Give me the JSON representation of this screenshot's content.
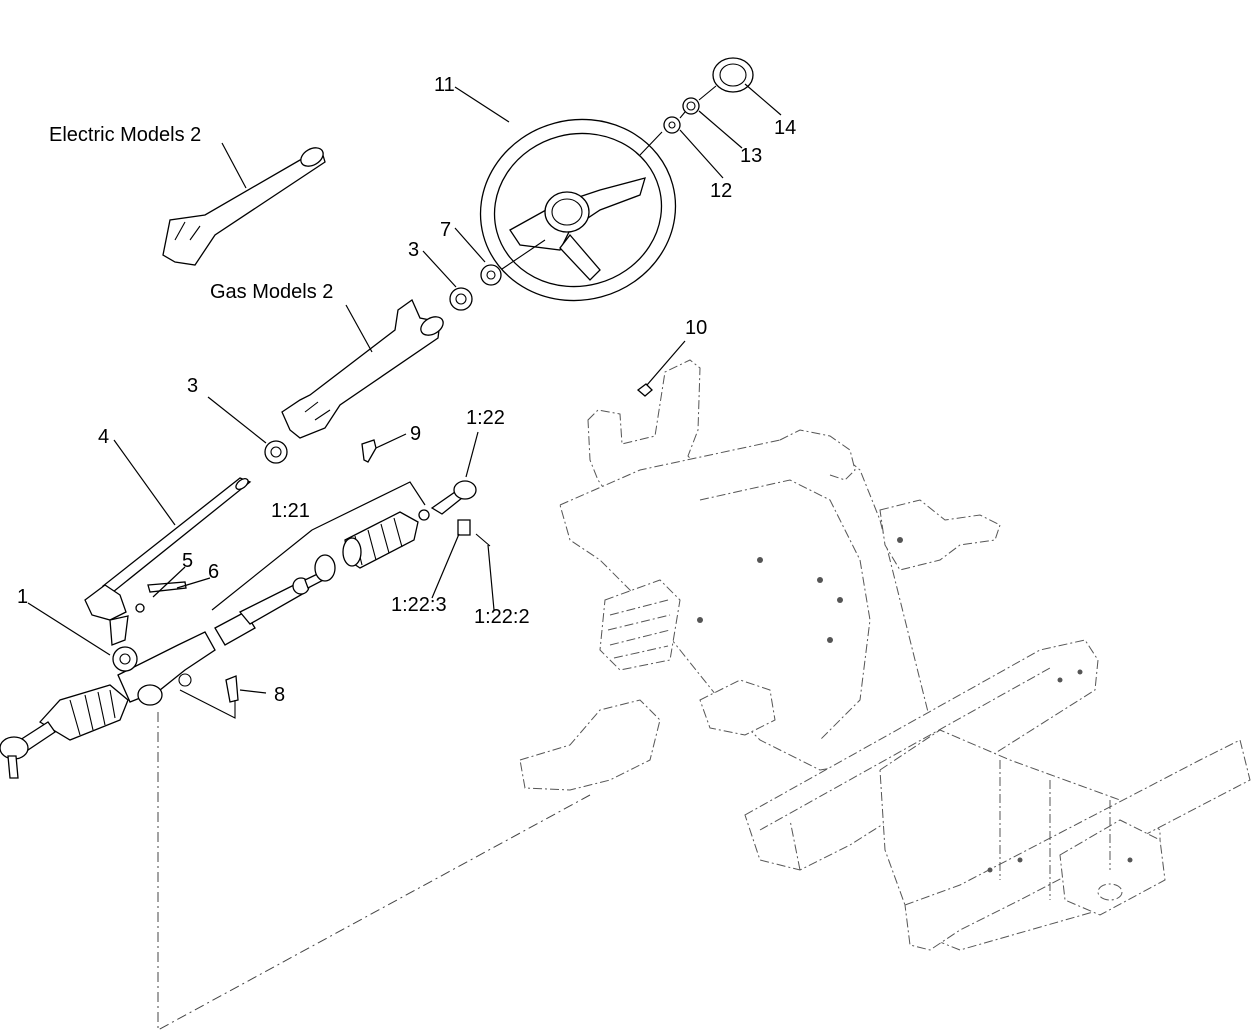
{
  "callouts": {
    "electric_models": "Electric Models  2",
    "gas_models": "Gas Models 2",
    "c1": "1",
    "c3a": "3",
    "c3b": "3",
    "c4": "4",
    "c5": "5",
    "c6": "6",
    "c7": "7",
    "c8": "8",
    "c9": "9",
    "c10": "10",
    "c11": "11",
    "c12": "12",
    "c13": "13",
    "c14": "14",
    "c1_21": "1:21",
    "c1_22": "1:22",
    "c1_22_2": "1:22:2",
    "c1_22_3": "1:22:3"
  }
}
